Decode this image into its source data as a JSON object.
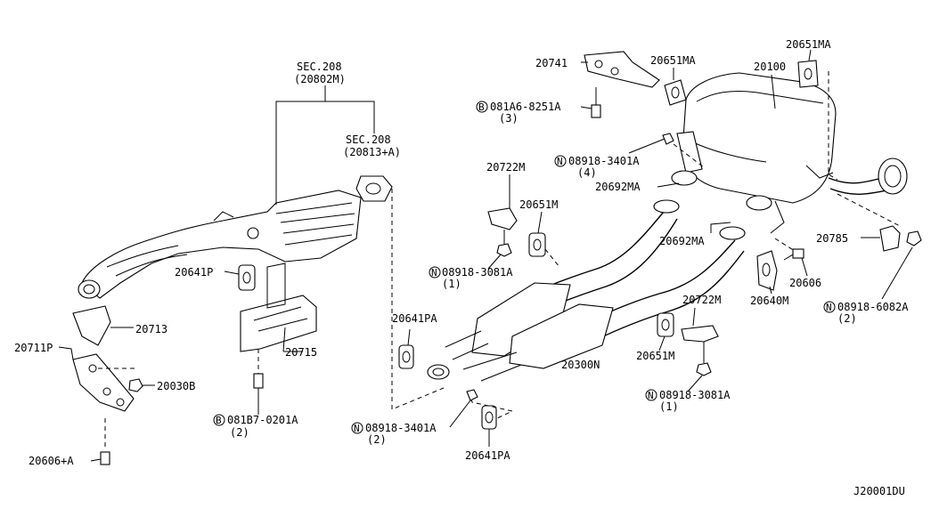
{
  "labels": {
    "sec208_top": "SEC.208",
    "sec208_top_sub": "(20802M)",
    "sec208_mid": "SEC.208",
    "sec208_mid_sub": "(20813+A)",
    "p20741": "20741",
    "p081A6": "081A6-8251A",
    "p081A6_qty": "(3)",
    "p20651MA_a": "20651MA",
    "p20100": "20100",
    "p20651MA_b": "20651MA",
    "p08918_3401A_top": "08918-3401A",
    "p08918_3401A_top_qty": "(4)",
    "p20722M_a": "20722M",
    "p20692MA_a": "20692MA",
    "p20651M_a": "20651M",
    "p20692MA_b": "20692MA",
    "p20785": "20785",
    "p08918_3081A_a": "08918-3081A",
    "p08918_3081A_a_qty": "(1)",
    "p20606": "20606",
    "p20640M": "20640M",
    "p08918_6082A": "08918-6082A",
    "p08918_6082A_qty": "(2)",
    "p20641P": "20641P",
    "p20713": "20713",
    "p20711P": "20711P",
    "p20715": "20715",
    "p20030B": "20030B",
    "p081B7": "081B7-0201A",
    "p081B7_qty": "(2)",
    "p20641PA_a": "20641PA",
    "p20722M_b": "20722M",
    "p20651M_b": "20651M",
    "p20300N": "20300N",
    "p08918_3081A_b": "08918-3081A",
    "p08918_3081A_b_qty": "(1)",
    "p08918_3401A_bot": "08918-3401A",
    "p08918_3401A_bot_qty": "(2)",
    "p20641PA_b": "20641PA",
    "p20606A": "20606+A",
    "diagram_code": "J20001DU"
  },
  "prefix_marks": {
    "N": "N",
    "B": "B"
  }
}
